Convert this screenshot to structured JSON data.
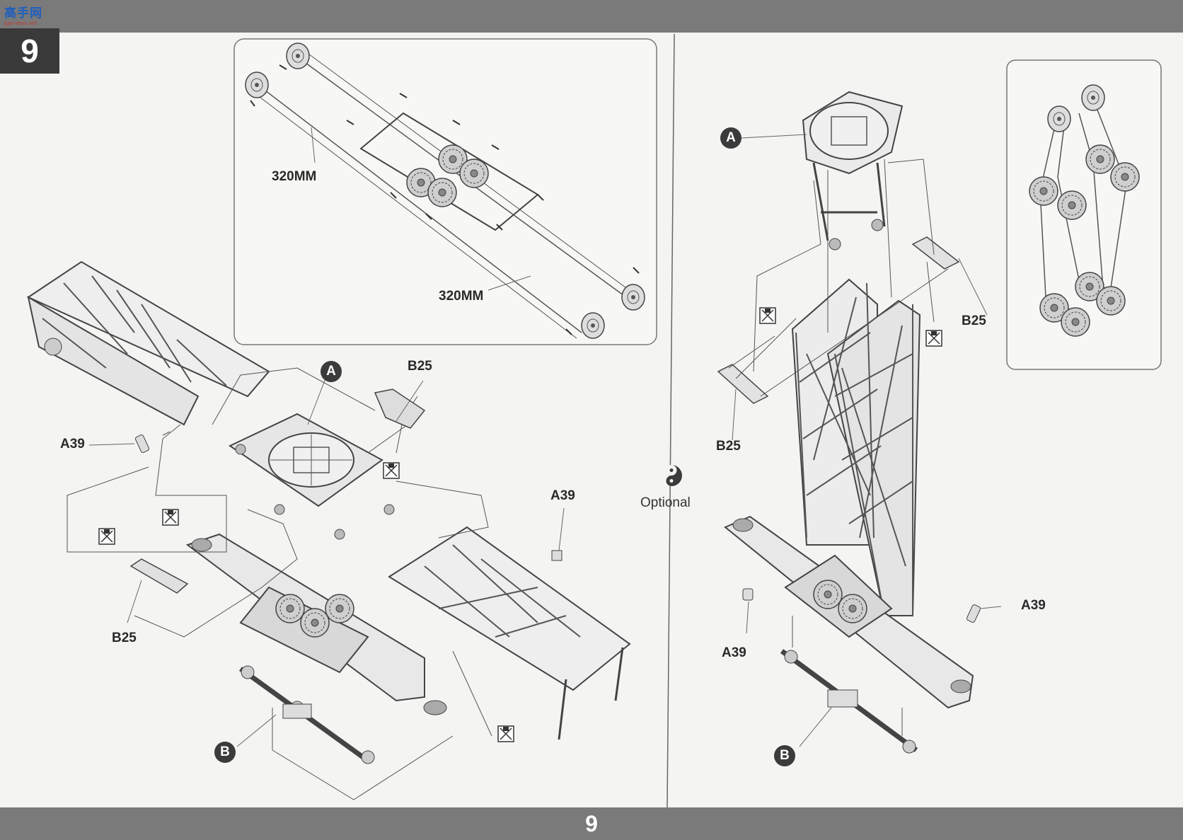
{
  "header": {
    "logo_text": "高手网",
    "logo_subtext": "gao-shou.net",
    "step_number": "9"
  },
  "footer": {
    "page_number": "9"
  },
  "detail_inset_left": {
    "labels": [
      "320MM",
      "320MM"
    ]
  },
  "left_assembly": {
    "part_labels": {
      "a": "A",
      "b": "B",
      "b25_top": "B25",
      "b25_bottom": "B25",
      "a39_left": "A39",
      "a39_right": "A39"
    }
  },
  "center": {
    "optional_label": "Optional"
  },
  "right_assembly": {
    "part_labels": {
      "a": "A",
      "b": "B",
      "b25_right": "B25",
      "b25_left": "B25",
      "a39_right": "A39",
      "a39_left": "A39"
    }
  }
}
